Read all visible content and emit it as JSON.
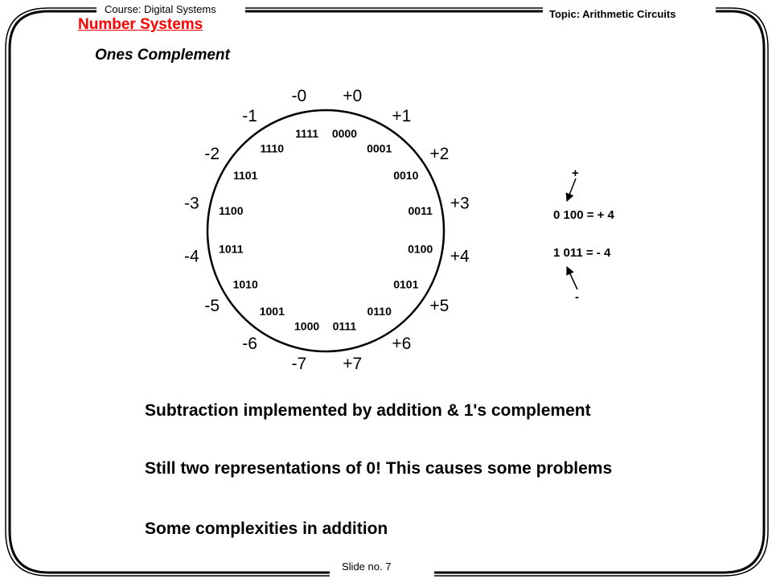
{
  "header": {
    "course": "Course: Digital Systems",
    "topic": "Topic: Arithmetic Circuits",
    "title": "Number Systems",
    "subtitle": "Ones Complement"
  },
  "wheel": {
    "codes": [
      "0000",
      "0001",
      "0010",
      "0011",
      "0100",
      "0101",
      "0110",
      "0111",
      "1000",
      "1001",
      "1010",
      "1011",
      "1100",
      "1101",
      "1110",
      "1111"
    ],
    "values": [
      "+0",
      "+1",
      "+2",
      "+3",
      "+4",
      "+5",
      "+6",
      "+7",
      "-7",
      "-6",
      "-5",
      "-4",
      "-3",
      "-2",
      "-1",
      "-0"
    ]
  },
  "example": {
    "plus_sign": "+",
    "positive_eq": "0 100 = + 4",
    "negative_eq": "1 011 = - 4",
    "minus_sign": "-"
  },
  "bullets": [
    "Subtraction implemented by addition & 1's complement",
    "Still two representations of 0!  This causes some problems",
    "Some complexities in addition"
  ],
  "footer": {
    "slide": "Slide no. 7"
  }
}
